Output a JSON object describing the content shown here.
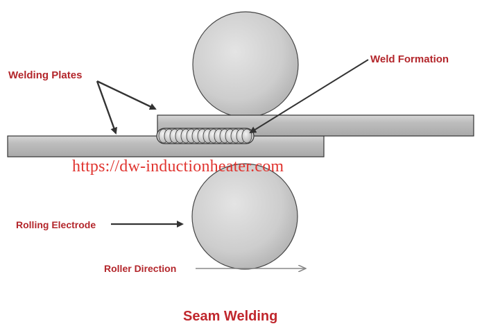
{
  "diagram": {
    "title": "Seam Welding",
    "watermark": "https://dw-inductionheater.com",
    "labels": {
      "welding_plates": "Welding Plates",
      "weld_formation": "Weld Formation",
      "rolling_electrode": "Rolling Electrode",
      "roller_direction": "Roller Direction"
    },
    "colors": {
      "label_red": "#b3262b",
      "watermark_red": "#e0342f",
      "roller_fill": "#cfcfcf",
      "plate_fill": "#b8b8b8",
      "arrow": "#333333"
    }
  }
}
